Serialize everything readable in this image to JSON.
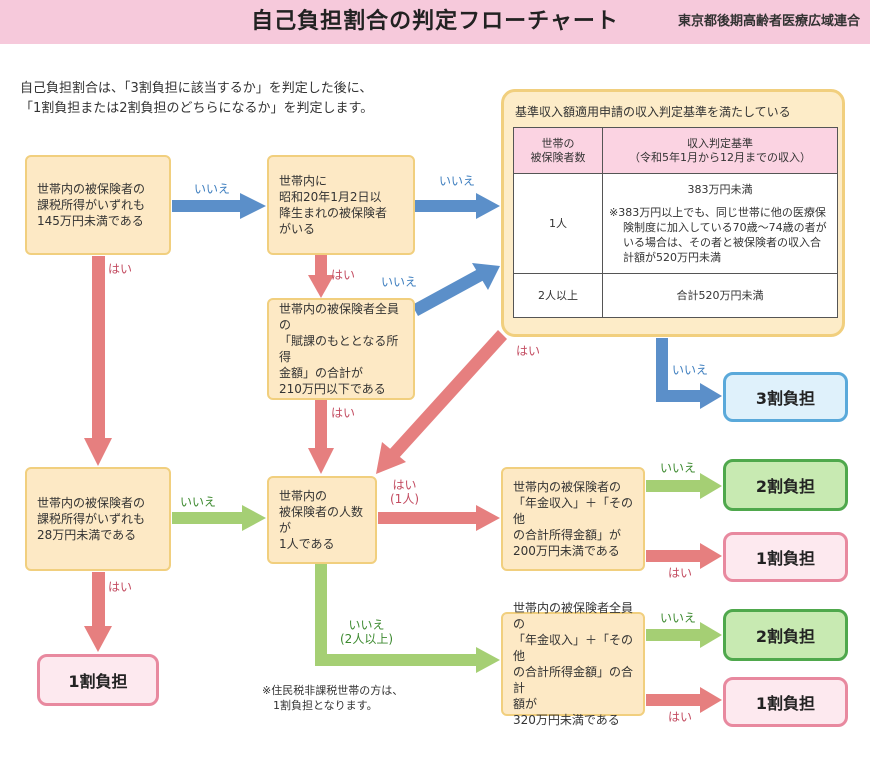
{
  "header": {
    "title": "自己負担割合の判定フローチャート",
    "org": "東京都後期高齢者医療広域連合"
  },
  "intro": "自己負担割合は、「3割負担に該当するか」を判定した後に、\n「1割負担または2割負担のどちらになるか」を判定します。",
  "nodes": {
    "n1": "世帯内の被保険者の\n課税所得がいずれも\n145万円未満である",
    "n2": "世帯内に\n昭和20年1月2日以\n降生まれの被保険者\nがいる",
    "n3": "世帯内の被保険者全員の\n「賦課のもととなる所得\n金額」の合計が\n210万円以下である",
    "n4": "世帯内の被保険者の\n課税所得がいずれも\n28万円未満である",
    "n5": "世帯内の\n被保険者の人数が\n1人である",
    "n6": "世帯内の被保険者の\n「年金収入」＋「その他\nの合計所得金額」が\n200万円未満である",
    "n7": "世帯内の被保険者全員の\n「年金収入」＋「その他\nの合計所得金額」の合計\n額が\n320万円未満である"
  },
  "criteria": {
    "title": "基準収入額適用申請の収入判定基準を満たしている",
    "header_count": "世帯の\n被保険者数",
    "header_basis": "収入判定基準\n（令和5年1月から12月までの収入）",
    "row1_count": "1人",
    "row1_main": "383万円未満",
    "row1_note": "※383万円以上でも、同じ世帯に他の医療保険制度に加入している70歳～74歳の者がいる場合は、その者と被保険者の収入合計額が520万円未満",
    "row2_count": "2人以上",
    "row2_basis": "合計520万円未満"
  },
  "results": {
    "r3": "3割負担",
    "r2a": "2割負担",
    "r1a": "1割負担",
    "r2b": "2割負担",
    "r1b": "1割負担",
    "r1c": "1割負担"
  },
  "labels": {
    "yes": "はい",
    "no": "いいえ",
    "yes_one": "はい\n(1人)",
    "no_two": "いいえ\n(2人以上)"
  },
  "footnote": "※住民税非課税世帯の方は、\n　1割負担となります。",
  "colors": {
    "blue_arrow": "#5b8fc9",
    "red_arrow": "#e67f7f",
    "green_arrow": "#a5cf74",
    "node_fill": "#fde9c5",
    "header_pink": "#f6c9db"
  }
}
